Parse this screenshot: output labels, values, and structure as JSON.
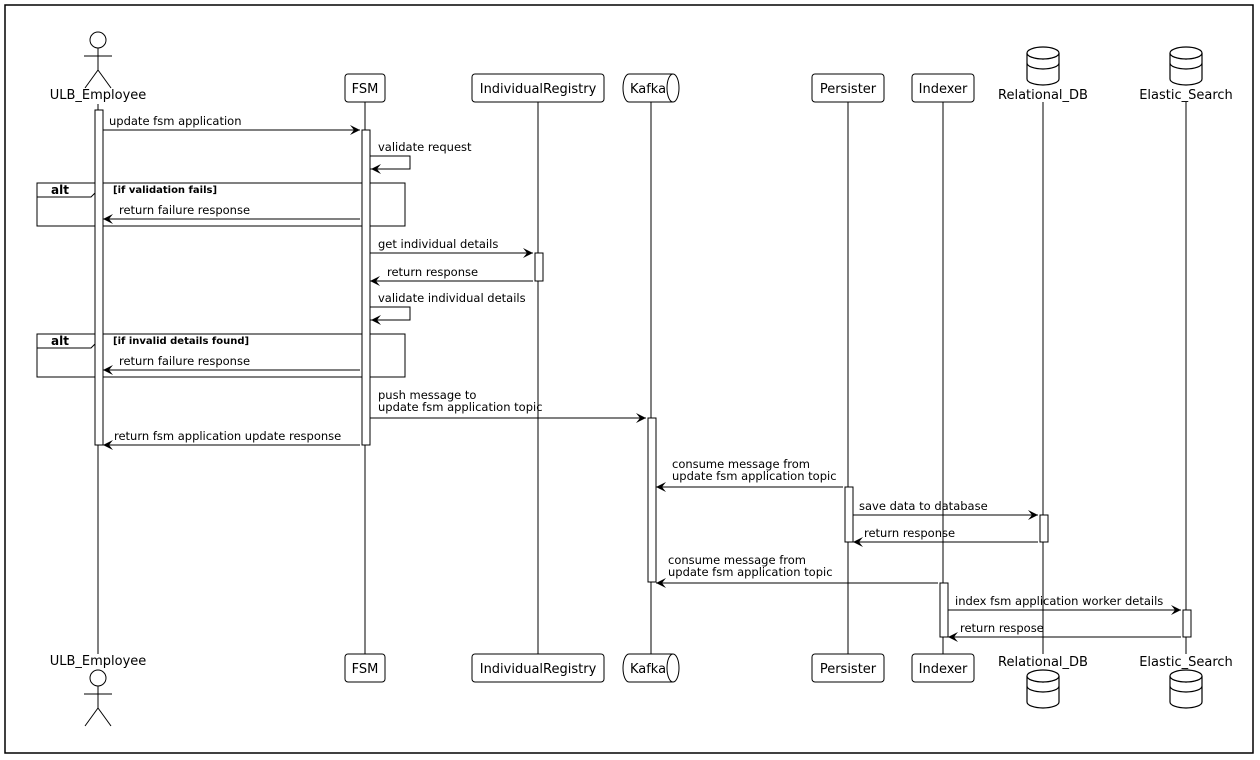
{
  "diagram": {
    "participants": [
      {
        "id": "ulb",
        "label": "ULB_Employee",
        "kind": "actor"
      },
      {
        "id": "fsm",
        "label": "FSM",
        "kind": "participant"
      },
      {
        "id": "reg",
        "label": "IndividualRegistry",
        "kind": "participant"
      },
      {
        "id": "kafka",
        "label": "Kafka",
        "kind": "queue"
      },
      {
        "id": "pers",
        "label": "Persister",
        "kind": "participant"
      },
      {
        "id": "idx",
        "label": "Indexer",
        "kind": "participant"
      },
      {
        "id": "rdb",
        "label": "Relational_DB",
        "kind": "database"
      },
      {
        "id": "es",
        "label": "Elastic_Search",
        "kind": "database"
      }
    ],
    "messages": [
      {
        "from": "ulb",
        "to": "fsm",
        "lines": [
          "update fsm application"
        ]
      },
      {
        "from": "fsm",
        "to": "fsm",
        "self": true,
        "lines": [
          "validate request"
        ]
      },
      {
        "from": "fsm",
        "to": "ulb",
        "lines": [
          "return failure response"
        ]
      },
      {
        "from": "fsm",
        "to": "reg",
        "lines": [
          "get individual details"
        ]
      },
      {
        "from": "reg",
        "to": "fsm",
        "lines": [
          "return response"
        ]
      },
      {
        "from": "fsm",
        "to": "fsm",
        "self": true,
        "lines": [
          "validate individual details"
        ]
      },
      {
        "from": "fsm",
        "to": "ulb",
        "lines": [
          "return failure response"
        ]
      },
      {
        "from": "fsm",
        "to": "kafka",
        "lines": [
          "push message to",
          "update fsm application topic"
        ]
      },
      {
        "from": "fsm",
        "to": "ulb",
        "lines": [
          "return fsm application update response"
        ]
      },
      {
        "from": "pers",
        "to": "kafka",
        "lines": [
          "consume message from",
          "update fsm application topic"
        ]
      },
      {
        "from": "pers",
        "to": "rdb",
        "lines": [
          "save data to database"
        ]
      },
      {
        "from": "rdb",
        "to": "pers",
        "lines": [
          "return response"
        ]
      },
      {
        "from": "idx",
        "to": "kafka",
        "lines": [
          "consume message from",
          "update fsm application topic"
        ]
      },
      {
        "from": "idx",
        "to": "es",
        "lines": [
          "index fsm application worker details"
        ]
      },
      {
        "from": "es",
        "to": "idx",
        "lines": [
          "return respose"
        ]
      }
    ],
    "fragments": [
      {
        "keyword": "alt",
        "guard": "[if validation fails]"
      },
      {
        "keyword": "alt",
        "guard": "[if invalid details found]"
      }
    ]
  }
}
